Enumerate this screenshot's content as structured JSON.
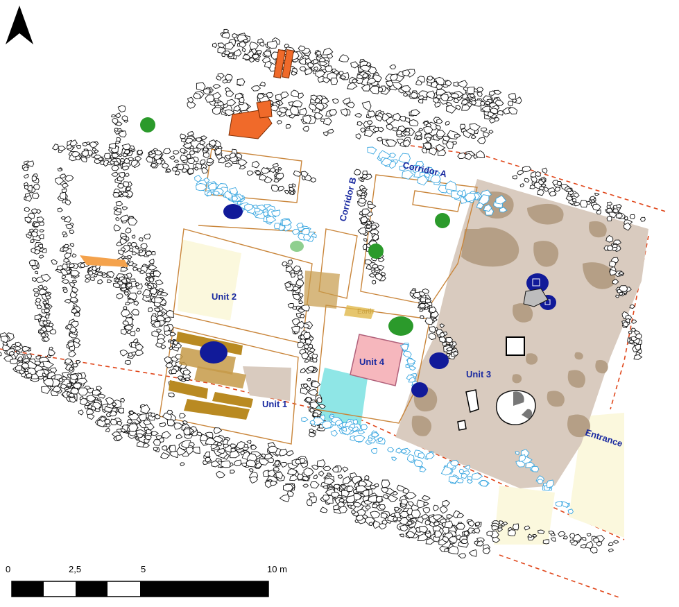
{
  "labels": {
    "unit1": "Unit 1",
    "unit2": "Unit 2",
    "unit3": "Unit 3",
    "unit4": "Unit 4",
    "corridor_a": "Corridor A",
    "corridor_b": "Corridor B",
    "entrance": "Entrance",
    "earth": "Earth"
  },
  "scale_bar": {
    "ticks": [
      "0",
      "2,5",
      "5",
      "10 m"
    ]
  },
  "colors": {
    "beige_floor": "#d9cbbf",
    "dark_patch": "#b59f86",
    "yellow_area": "#fbf8dd",
    "cyan_pool": "#8fe6e6",
    "pink_basin": "#f6b7bd",
    "navy_vessel": "#111a99",
    "green_tree": "#2b9a2b",
    "orange_feature": "#f06a2a",
    "brown_blocks": "#b98a22",
    "blue_outline": "#39a6e0",
    "wall_outline": "#c9853a",
    "red_dashed": "#e0461a"
  },
  "icons": [
    "north-arrow-icon"
  ]
}
